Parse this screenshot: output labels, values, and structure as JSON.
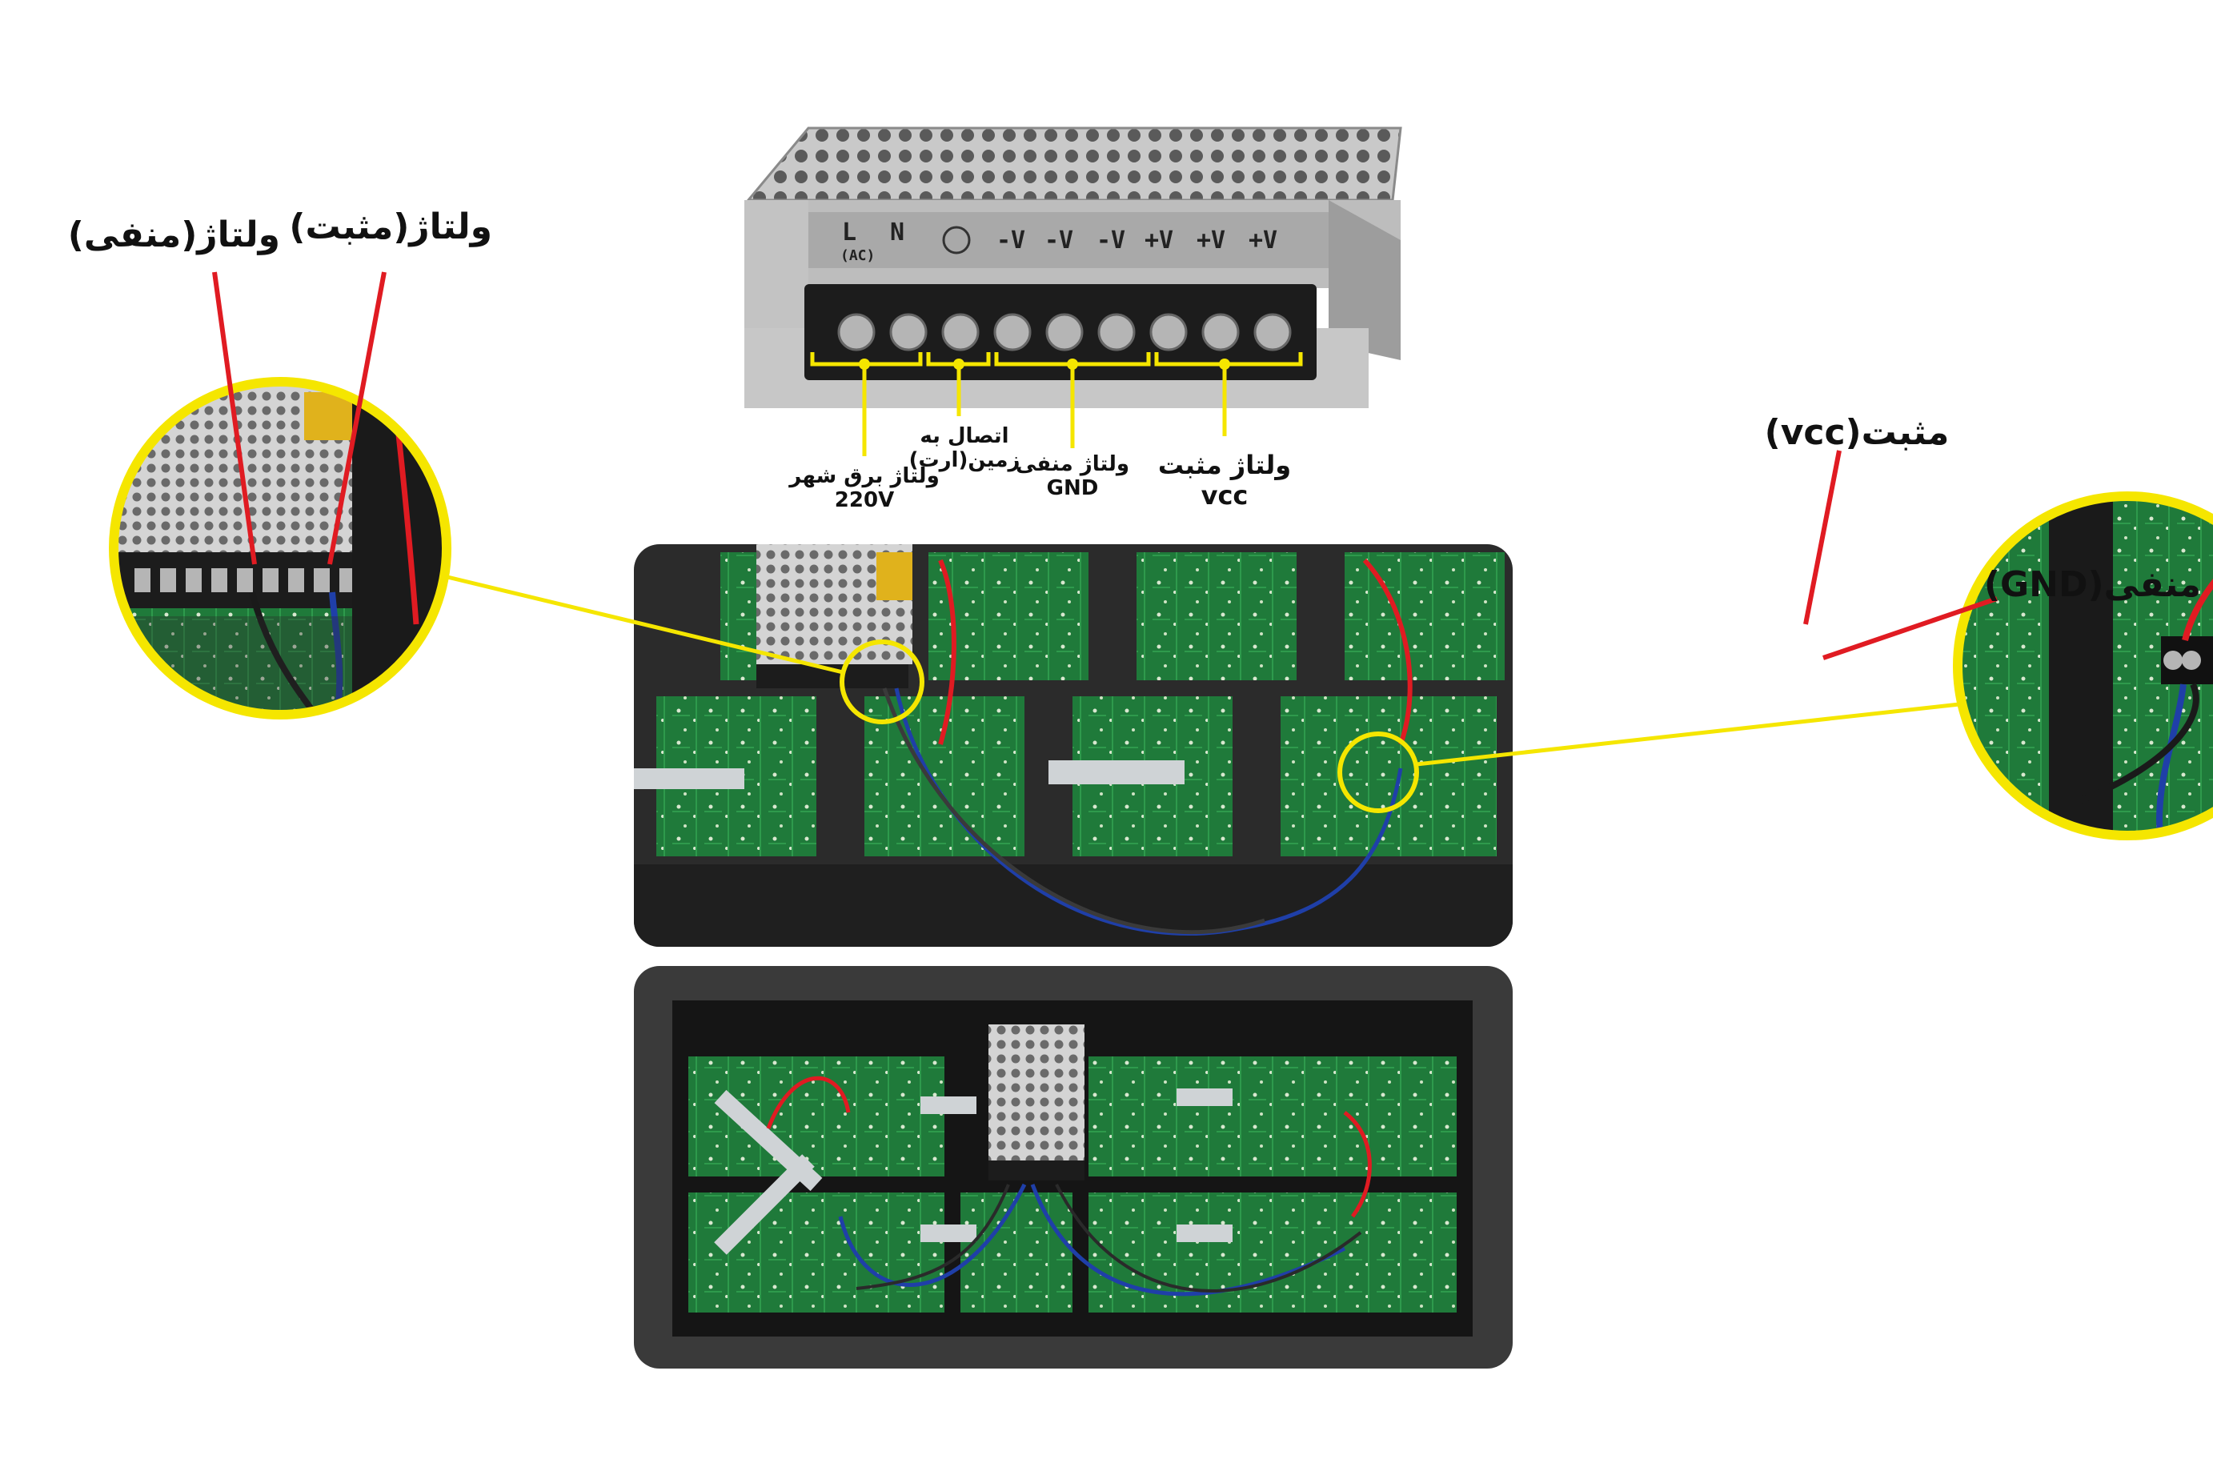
{
  "psu_terminals": {
    "header": [
      "L",
      "N",
      "-V",
      "-V",
      "-V",
      "+V",
      "+V",
      "+V"
    ],
    "header_ac": "(AC)"
  },
  "psu_labels": {
    "mains": {
      "line1": "ولتاژ برق شهر",
      "line2": "220V"
    },
    "earth": {
      "line1": "اتصال به",
      "line2": "زمین(ارت)"
    },
    "negative": {
      "line1": "ولتاژ منفی",
      "line2": "GND"
    },
    "positive": {
      "line1": "ولتاژ مثبت",
      "line2": "vcc"
    }
  },
  "left_callout": {
    "negative_label": "ولتاژ(منفی)",
    "positive_label": "ولتاژ(مثبت)"
  },
  "right_callout": {
    "positive_label": "مثبت(vcc)",
    "negative_label": "منفی(GND)"
  },
  "colors": {
    "highlight": "#f5e600",
    "wire_red": "#e01b22",
    "wire_blue": "#1f3fa8",
    "pcb_green": "#1f7a3a",
    "cabinet": "#2b2b2b",
    "psu_metal": "#b9b9b9"
  }
}
